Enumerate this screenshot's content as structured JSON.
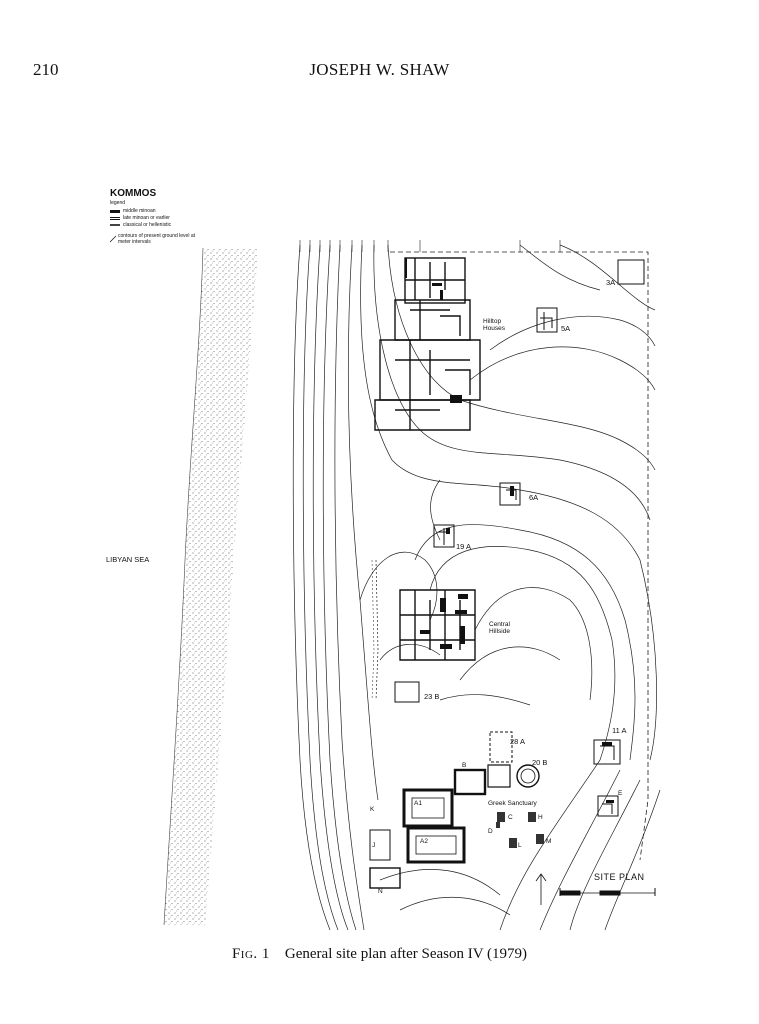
{
  "header": {
    "page_number": "210",
    "running_head": "JOSEPH W. SHAW"
  },
  "legend": {
    "title": "KOMMOS",
    "subtitle": "legend",
    "items": [
      "middle minoan",
      "late minoan or earlier",
      "classical or hellenistic",
      "contours of present ground level at meter intervals"
    ]
  },
  "plan_labels": {
    "sea": "LIBYAN SEA",
    "hilltop": [
      "Hilltop",
      "Houses"
    ],
    "central": [
      "Central",
      "Hillside"
    ],
    "sanctuary": "Greek Sanctuary",
    "site_plan": "SITE PLAN",
    "areas": [
      "3A",
      "5A",
      "6A",
      "19 A",
      "23 B",
      "28 A",
      "20 B",
      "11 A"
    ],
    "sanctuary_letters": [
      "A1",
      "A2",
      "B",
      "C",
      "D",
      "E",
      "H",
      "J",
      "K",
      "L",
      "M",
      "N"
    ]
  },
  "caption": {
    "fig_label": "Fig. 1",
    "text": "General site plan after Season IV (1979)"
  },
  "colors": {
    "ink": "#111111",
    "paper": "#ffffff"
  }
}
